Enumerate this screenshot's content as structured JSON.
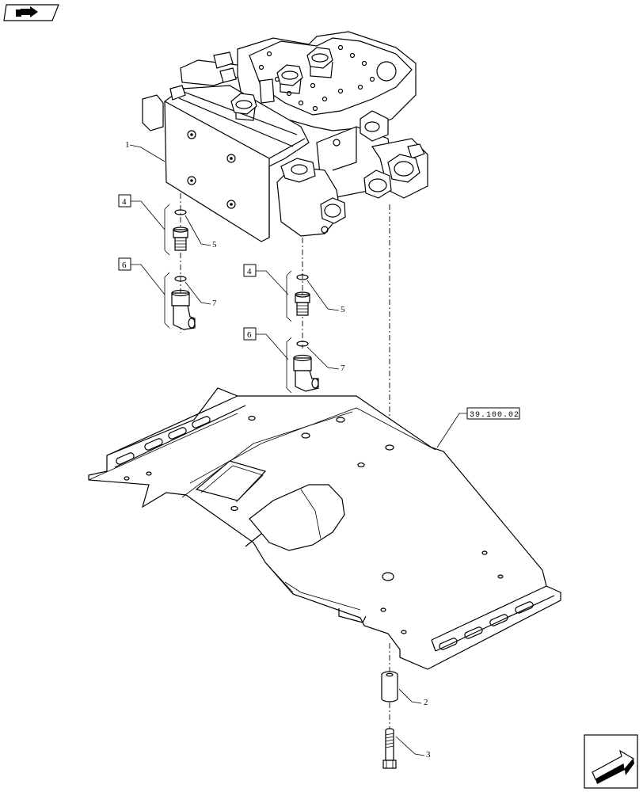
{
  "callouts": {
    "part_1": "1",
    "part_2": "2",
    "part_3": "3",
    "part_4_left": "4",
    "part_4_right": "4",
    "part_5_left": "5",
    "part_5_right": "5",
    "part_6_left": "6",
    "part_6_right": "6",
    "part_7_left": "7",
    "part_7_right": "7"
  },
  "reference": {
    "plate_ref": "39.100.02"
  },
  "icons": {
    "top_left": "previous-page-arrow-icon",
    "bottom_right": "next-page-arrow-icon"
  }
}
